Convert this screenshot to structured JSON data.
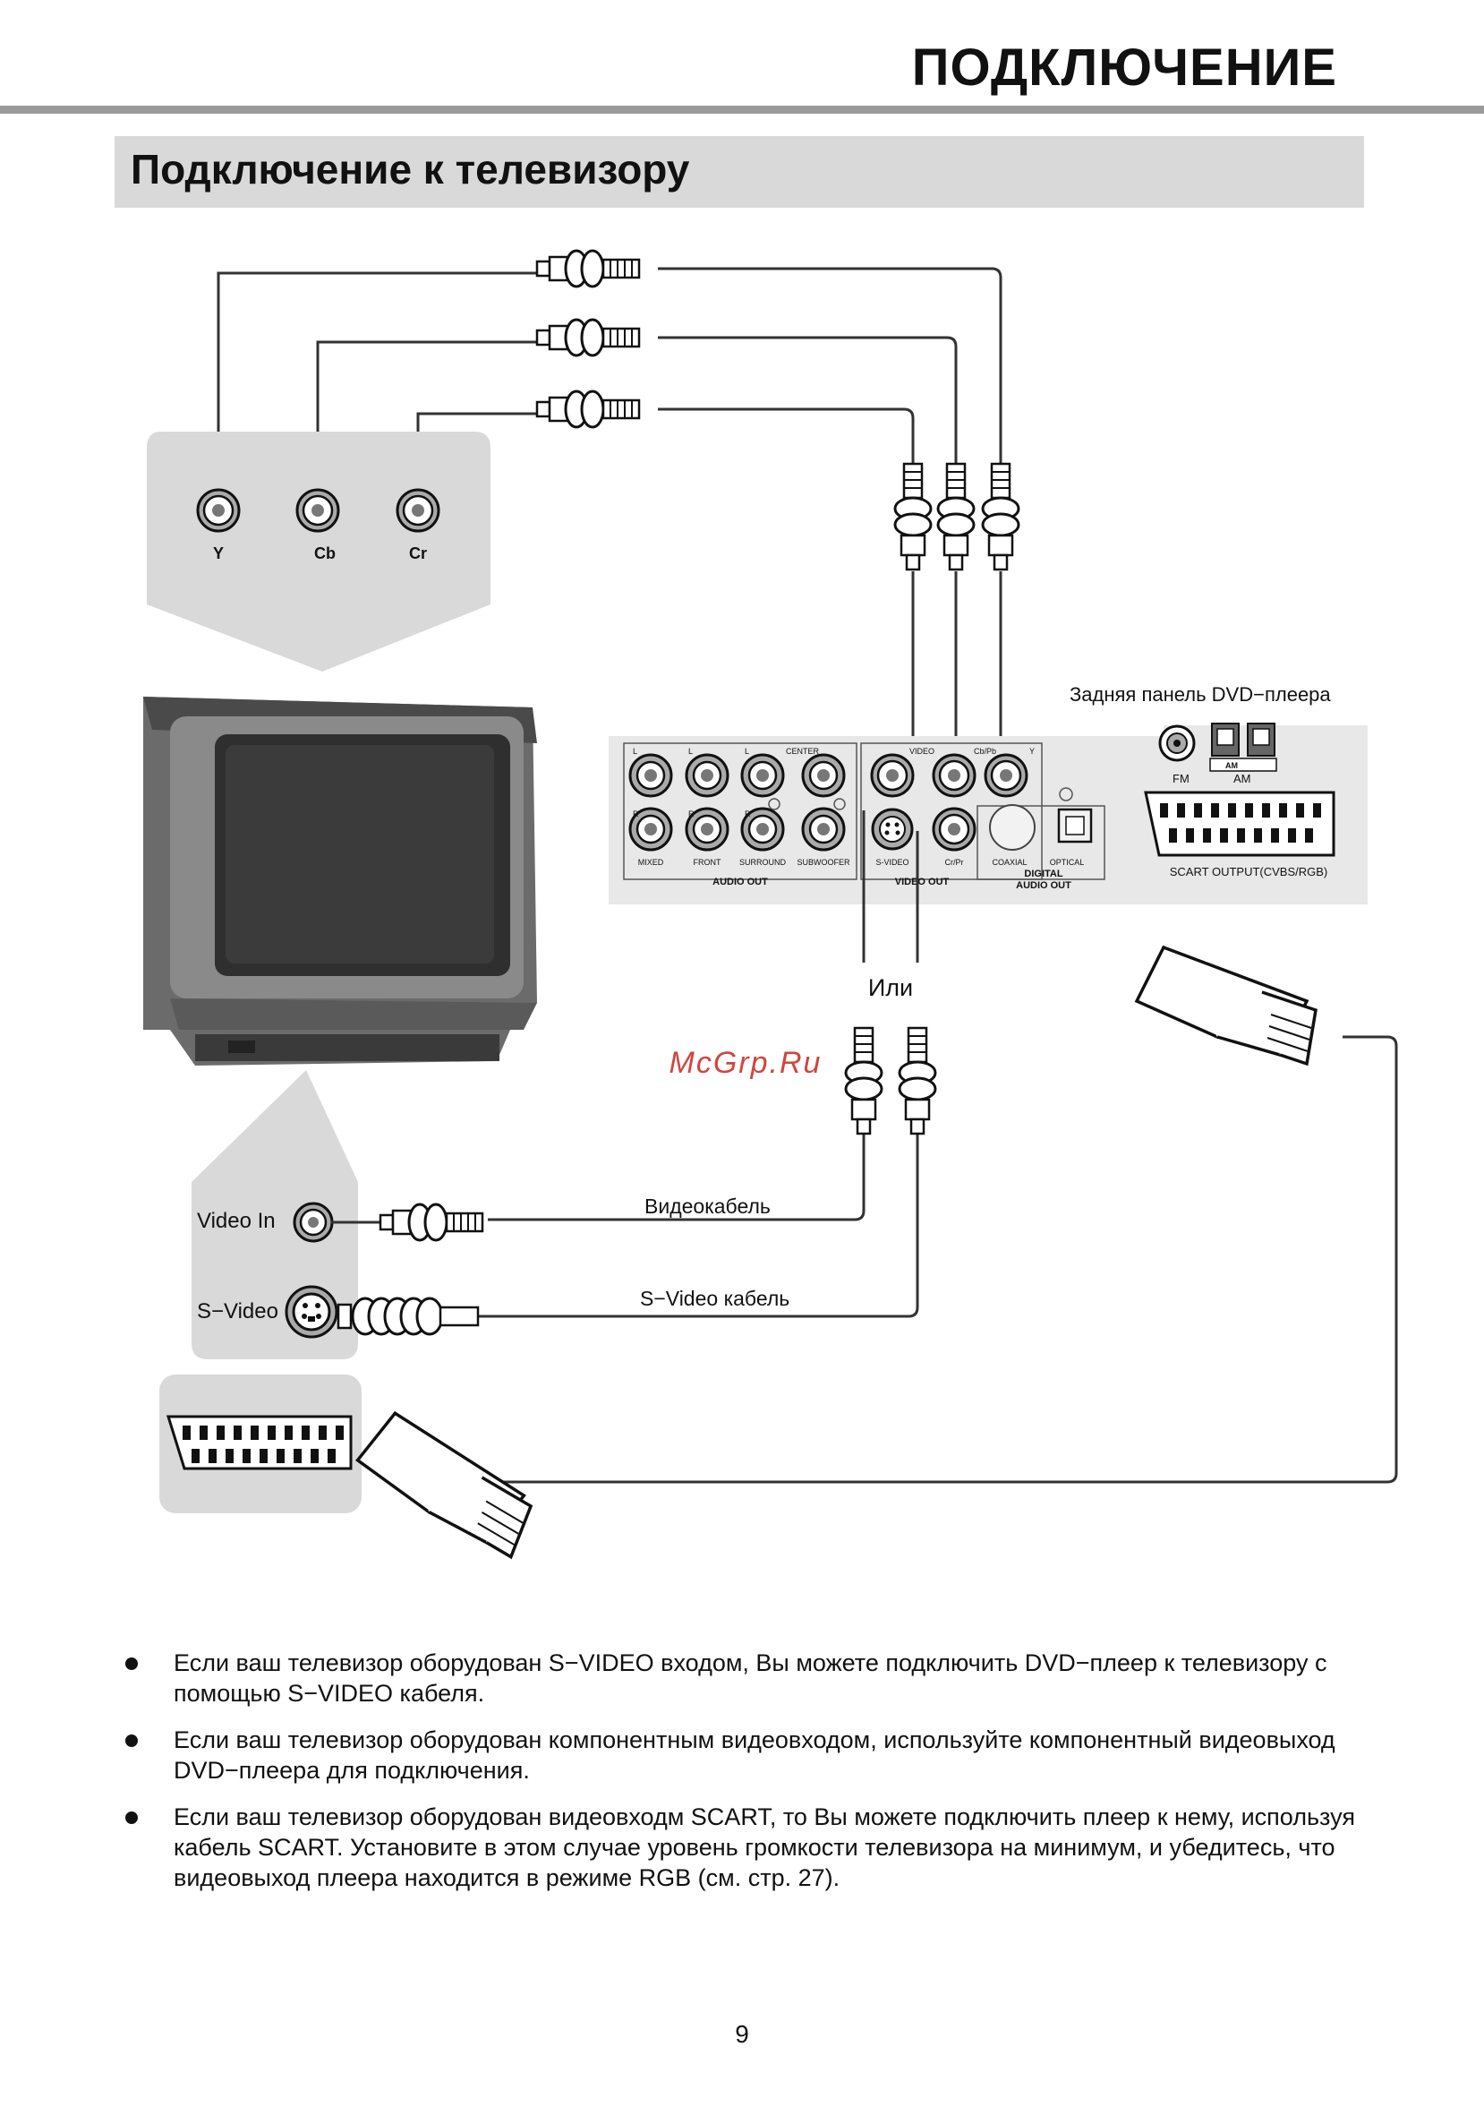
{
  "header": {
    "title": "ПОДКЛЮЧЕНИЕ"
  },
  "section": {
    "title": "Подключение к телевизору"
  },
  "diagram": {
    "tv_component_labels": {
      "y": "Y",
      "cb": "Cb",
      "cr": "Cr"
    },
    "dvd_panel_caption": "Задняя панель DVD−плеера",
    "panel": {
      "audio_out_label": "AUDIO OUT",
      "audio_small": {
        "l1": "L",
        "l2": "L",
        "l3": "L",
        "center": "CENTER",
        "r1": "R",
        "r2": "R",
        "r3": "R",
        "mixed": "MIXED",
        "front": "FRONT",
        "surround": "SURROUND",
        "subwoofer": "SUBWOOFER"
      },
      "video_out_label": "VIDEO OUT",
      "video_small": {
        "video": "VIDEO",
        "cbpb": "Cb/Pb",
        "y": "Y",
        "svideo": "S-VIDEO",
        "crpr": "Cr/Pr"
      },
      "digital_label": "DIGITAL",
      "digital_label2": "AUDIO OUT",
      "coaxial": "COAXIAL",
      "optical": "OPTICAL",
      "fm": "FM",
      "am_small": "AM",
      "am": "AM",
      "scart_output": "SCART OUTPUT(CVBS/RGB)"
    },
    "or_label": "Или",
    "watermark": "McGrp.Ru",
    "video_in_label": "Video In",
    "svideo_label": "S−Video",
    "video_cable_label": "Видеокабель",
    "svideo_cable_label": "S−Video кабель"
  },
  "bullets": [
    "Если ваш телевизор оборудован S−VIDEO входом, Вы можете подключить DVD−плеер к телевизору с помощью S−VIDEO кабеля.",
    "Если ваш телевизор оборудован компонентным видеовходом, используйте компонентный видеовыход DVD−плеера для подключения.",
    "Если ваш телевизор оборудован видеовходм SCART, то Вы можете подключить плеер к нему, используя кабель SCART. Установите в этом случае уровень громкости телевизора на минимум, и убедитесь, что видеовыход плеера находится в режиме RGB (см. стр. 27)."
  ],
  "page_number": "9"
}
